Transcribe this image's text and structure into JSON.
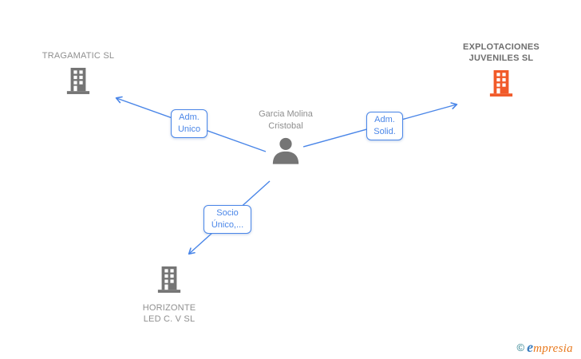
{
  "diagram": {
    "person": {
      "name": "Garcia Molina Cristobal"
    },
    "companies": {
      "tragamatic": {
        "label": "TRAGAMATIC SL"
      },
      "explotaciones": {
        "label": "EXPLOTACIONES JUVENILES SL"
      },
      "horizonte": {
        "label": "HORIZONTE LED C. V SL"
      }
    },
    "relationships": {
      "adm_unico": {
        "label": "Adm. Unico"
      },
      "adm_solid": {
        "label": "Adm. Solid."
      },
      "socio_unico": {
        "label": "Socio Único,..."
      }
    },
    "colors": {
      "edge_blue": "#4a86e8",
      "icon_gray": "#757575",
      "text_gray": "#8f8f8f",
      "highlight_orange": "#f15a29",
      "logo_teal": "#2a7f8d",
      "logo_blue": "#3a7dbf",
      "logo_orange": "#e8791e"
    },
    "watermark": {
      "copyright": "©",
      "brand_first": "e",
      "brand_rest": "mpresia"
    }
  }
}
